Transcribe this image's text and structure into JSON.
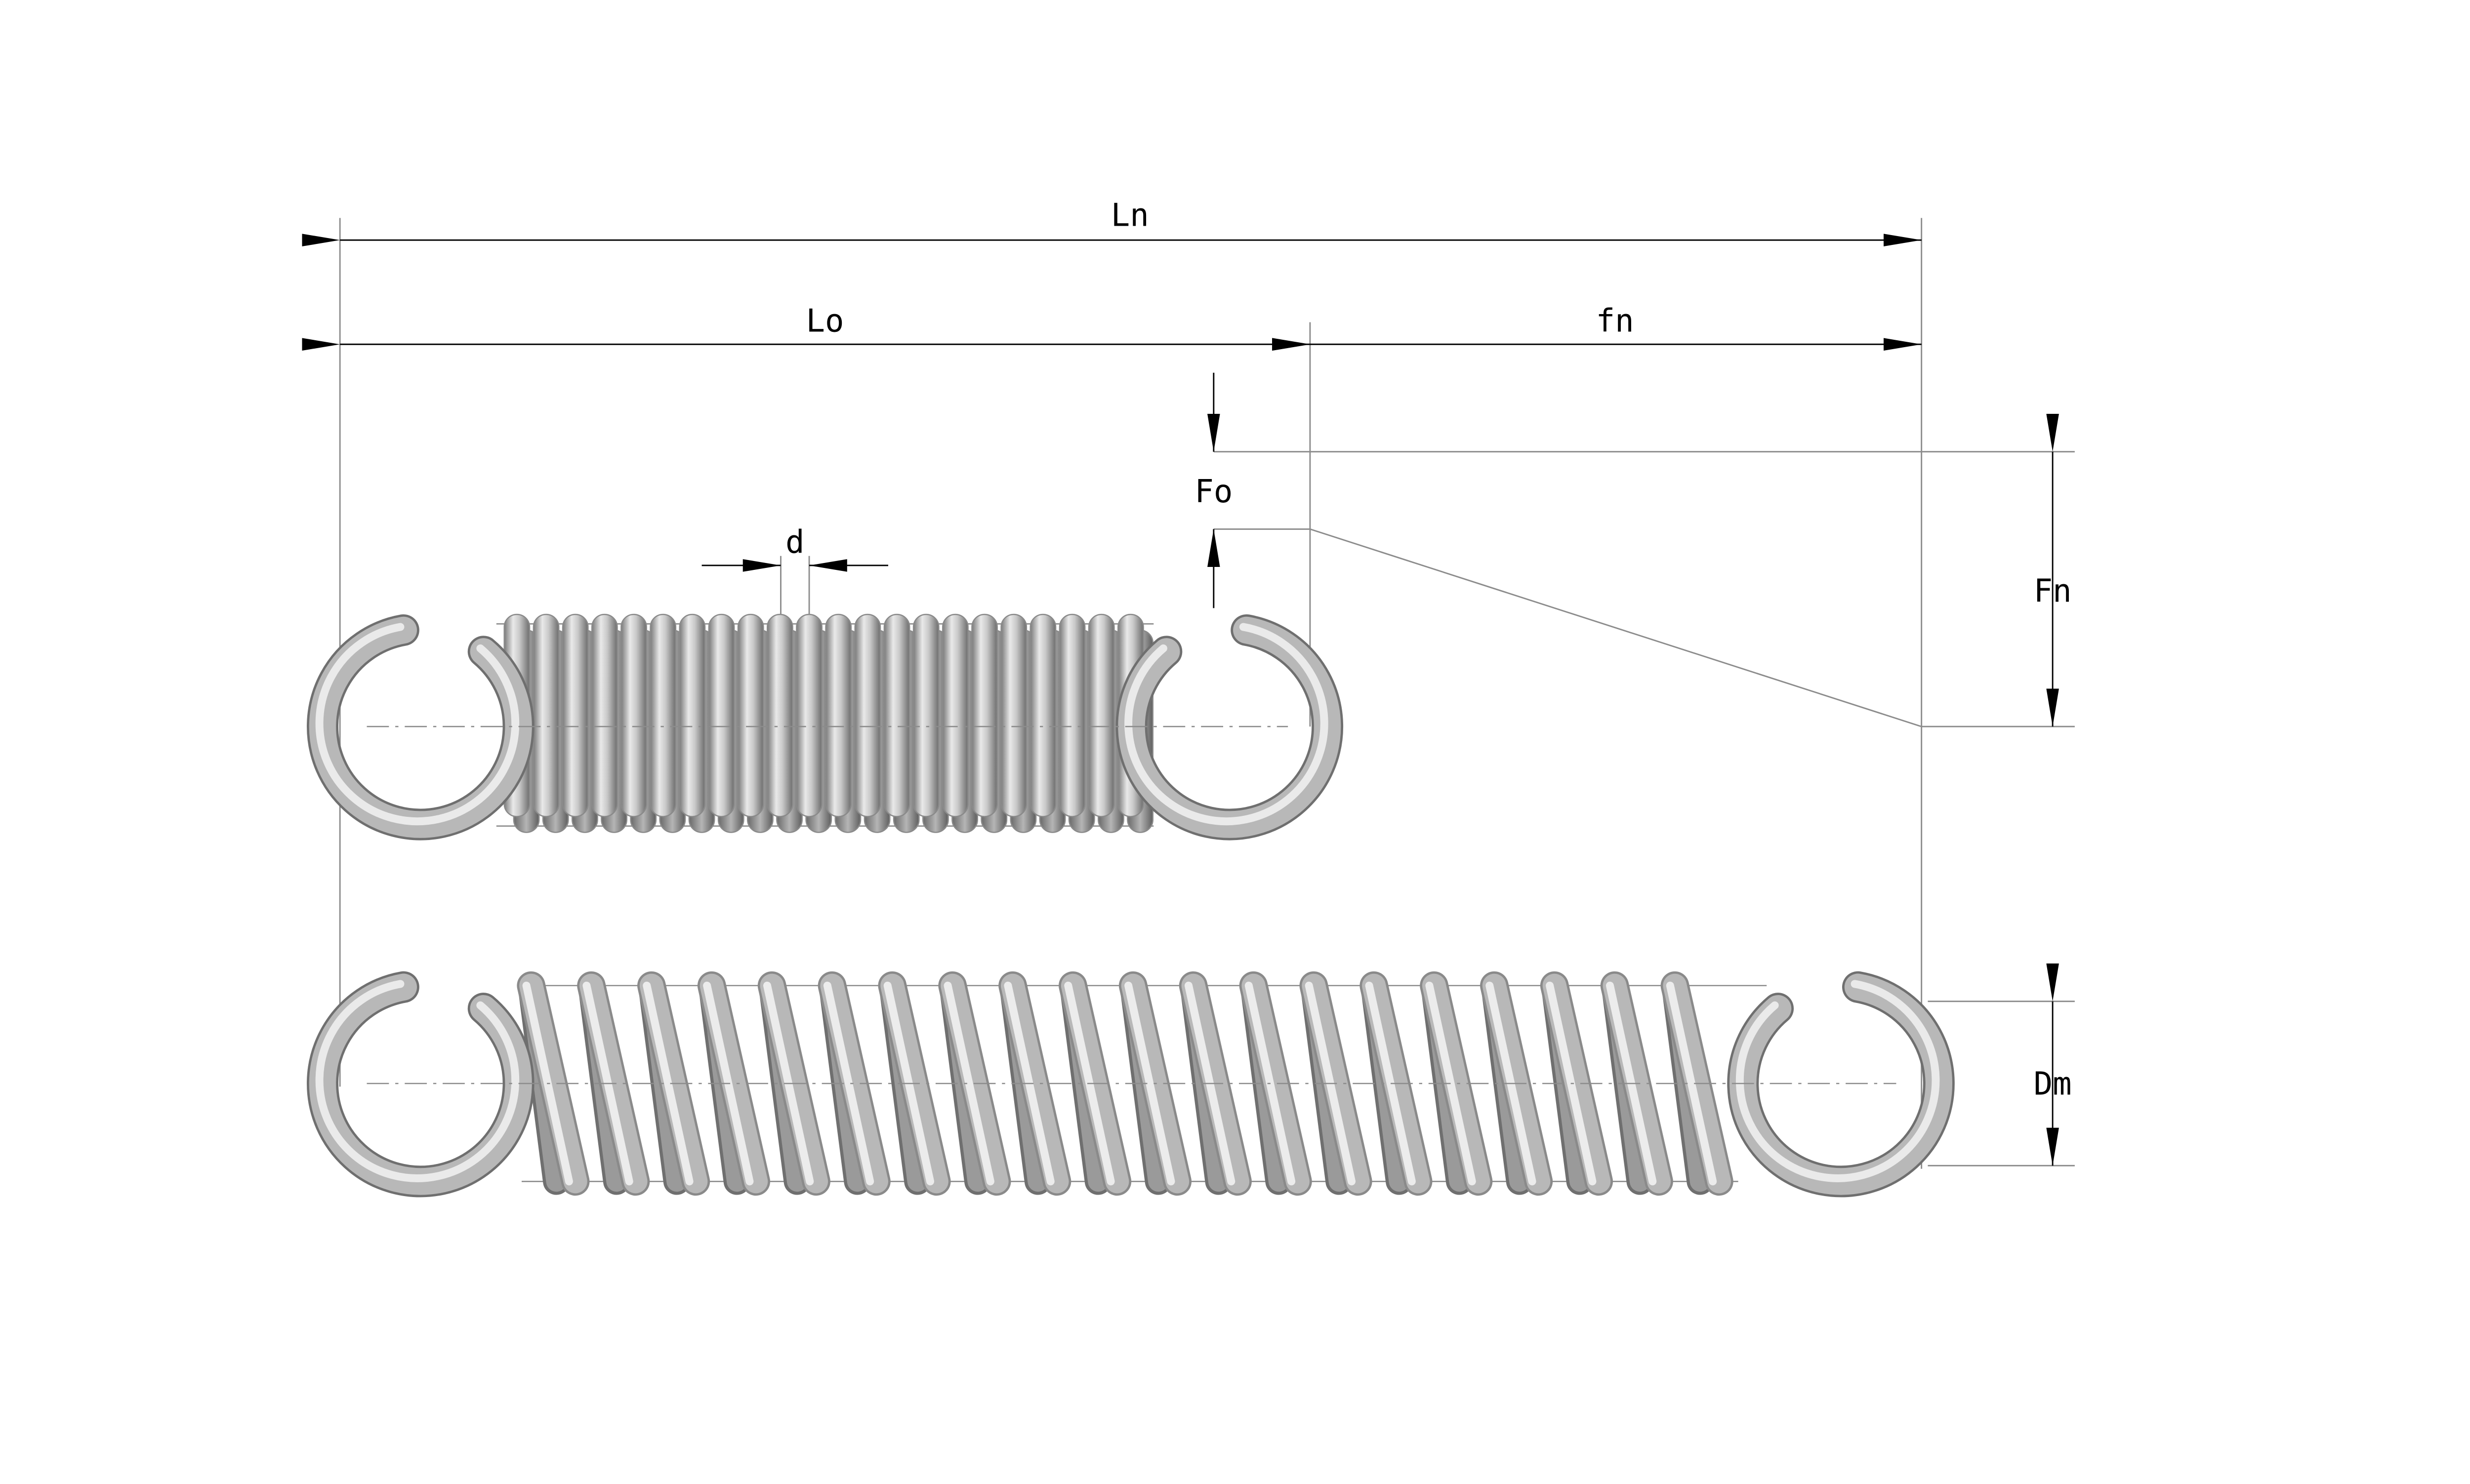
{
  "labels": {
    "ln": "Ln",
    "lo": "Lo",
    "fn_lower": "fn",
    "fo": "Fo",
    "d": "d",
    "fn_upper": "Fn",
    "dm": "Dm"
  },
  "relaxed_spring": {
    "coil_count": 22
  },
  "extended_spring": {
    "coil_count": 20
  },
  "colors": {
    "wire_mid": "#b8b8b8",
    "wire_light": "#f2f2f2",
    "wire_dark": "#6f6f6f",
    "wire_outline": "#8a8a8a",
    "dimension_line": "#000000",
    "extension_line": "#8c8c8c",
    "background": "#ffffff"
  }
}
